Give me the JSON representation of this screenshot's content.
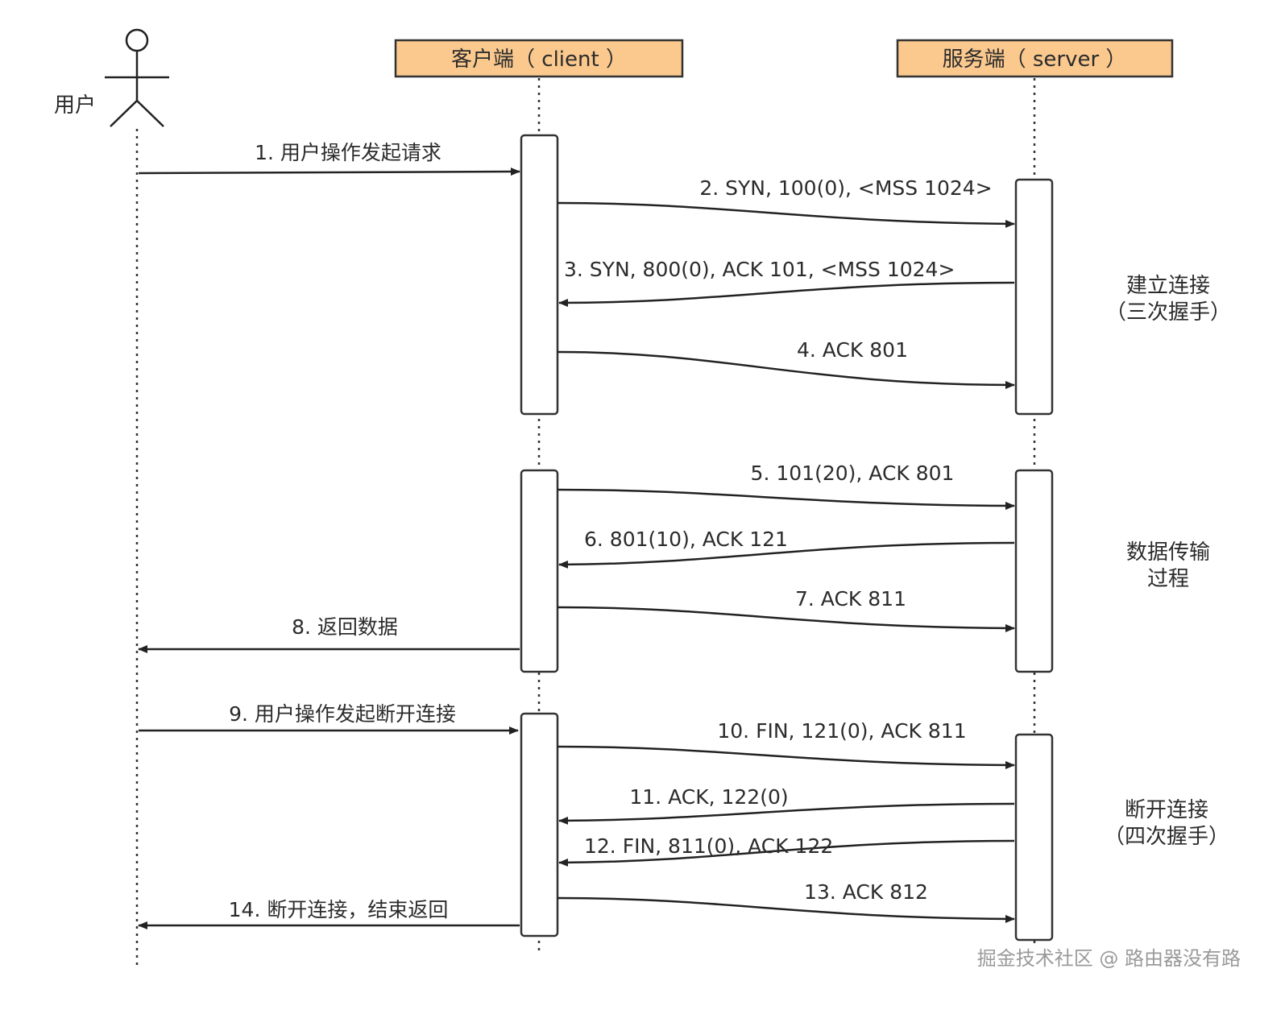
{
  "participants": {
    "user": "用户",
    "client": "客户端（ client ）",
    "server": "服务端（ server ）"
  },
  "messages": [
    "1. 用户操作发起请求",
    "2. SYN, 100(0), <MSS 1024>",
    "3. SYN, 800(0), ACK 101, <MSS 1024>",
    "4. ACK 801",
    "5. 101(20), ACK 801",
    "6. 801(10), ACK 121",
    "7. ACK 811",
    "8. 返回数据",
    "9. 用户操作发起断开连接",
    "10. FIN, 121(0), ACK 811",
    "11. ACK, 122(0)",
    "12. FIN, 811(0), ACK 122",
    "13. ACK 812",
    "14. 断开连接，结束返回"
  ],
  "phases": [
    {
      "line1": "建立连接",
      "line2": "（三次握手）"
    },
    {
      "line1": "数据传输",
      "line2": "过程"
    },
    {
      "line1": "断开连接",
      "line2": "（四次握手）"
    }
  ],
  "watermark": "掘金技术社区 @ 路由器没有路",
  "colors": {
    "header_fill": "#fbc98e",
    "line": "#222222"
  }
}
